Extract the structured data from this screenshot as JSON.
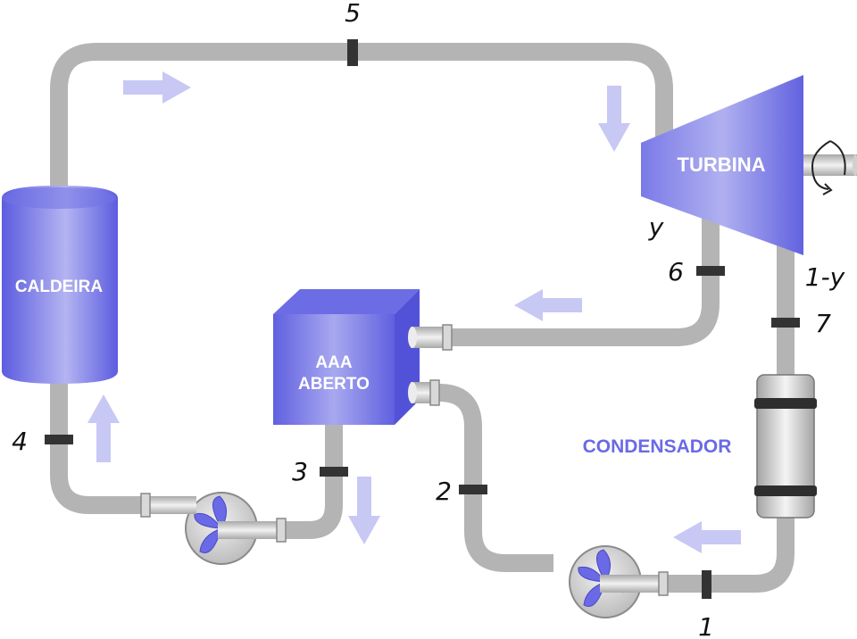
{
  "components": {
    "boiler": "CALDEIRA",
    "turbine": "TURBINA",
    "heater_line1": "AAA",
    "heater_line2": "ABERTO",
    "condenser": "CONDENSADOR"
  },
  "states": {
    "s1": "1",
    "s2": "2",
    "s3": "3",
    "s4": "4",
    "s5": "5",
    "s6": "6",
    "s7": "7"
  },
  "fractions": {
    "extraction": "y",
    "remainder": "1-y"
  },
  "colors": {
    "pipe": "#b4b4b4",
    "equipment": "#6a6ae6",
    "flow_arrow": "#c8c8f4",
    "state_marker": "#333333",
    "condenser_text": "#6a6ae6"
  },
  "icons": {
    "flow": "arrow-icon",
    "pump": "pump-icon",
    "shaft_rotation": "rotation-icon"
  }
}
